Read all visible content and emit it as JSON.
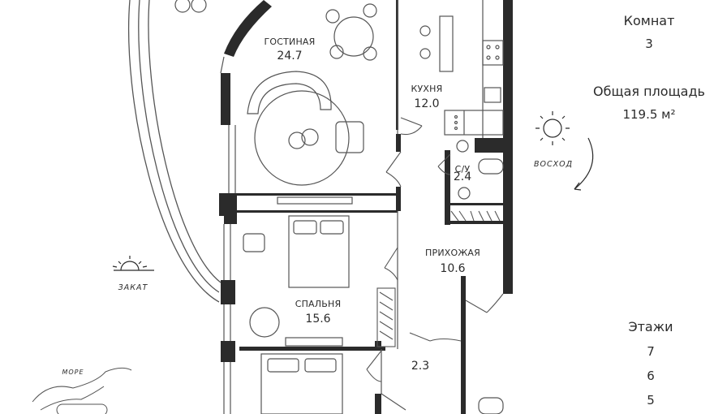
{
  "rooms": [
    {
      "name": "ГОСТИНАЯ",
      "area": "24.7"
    },
    {
      "name": "КУХНЯ",
      "area": "12.0"
    },
    {
      "name": "С/У",
      "area": "2.4"
    },
    {
      "name": "ПРИХОЖАЯ",
      "area": "10.6"
    },
    {
      "name": "СПАЛЬНЯ",
      "area": "15.6"
    },
    {
      "name": "",
      "area": "2.3"
    }
  ],
  "compass": {
    "sunrise": "ВОСХОД",
    "sunset": "ЗАКАТ",
    "sea": "МОРЕ"
  },
  "summary": {
    "rooms_label": "Комнат",
    "rooms_value": "3",
    "area_label": "Общая площадь",
    "area_value": "119.5 м²"
  },
  "floors": {
    "label": "Этажи",
    "items": [
      "7",
      "6",
      "5"
    ]
  },
  "colors": {
    "wall": "#2b2b2b",
    "line": "#555555"
  }
}
